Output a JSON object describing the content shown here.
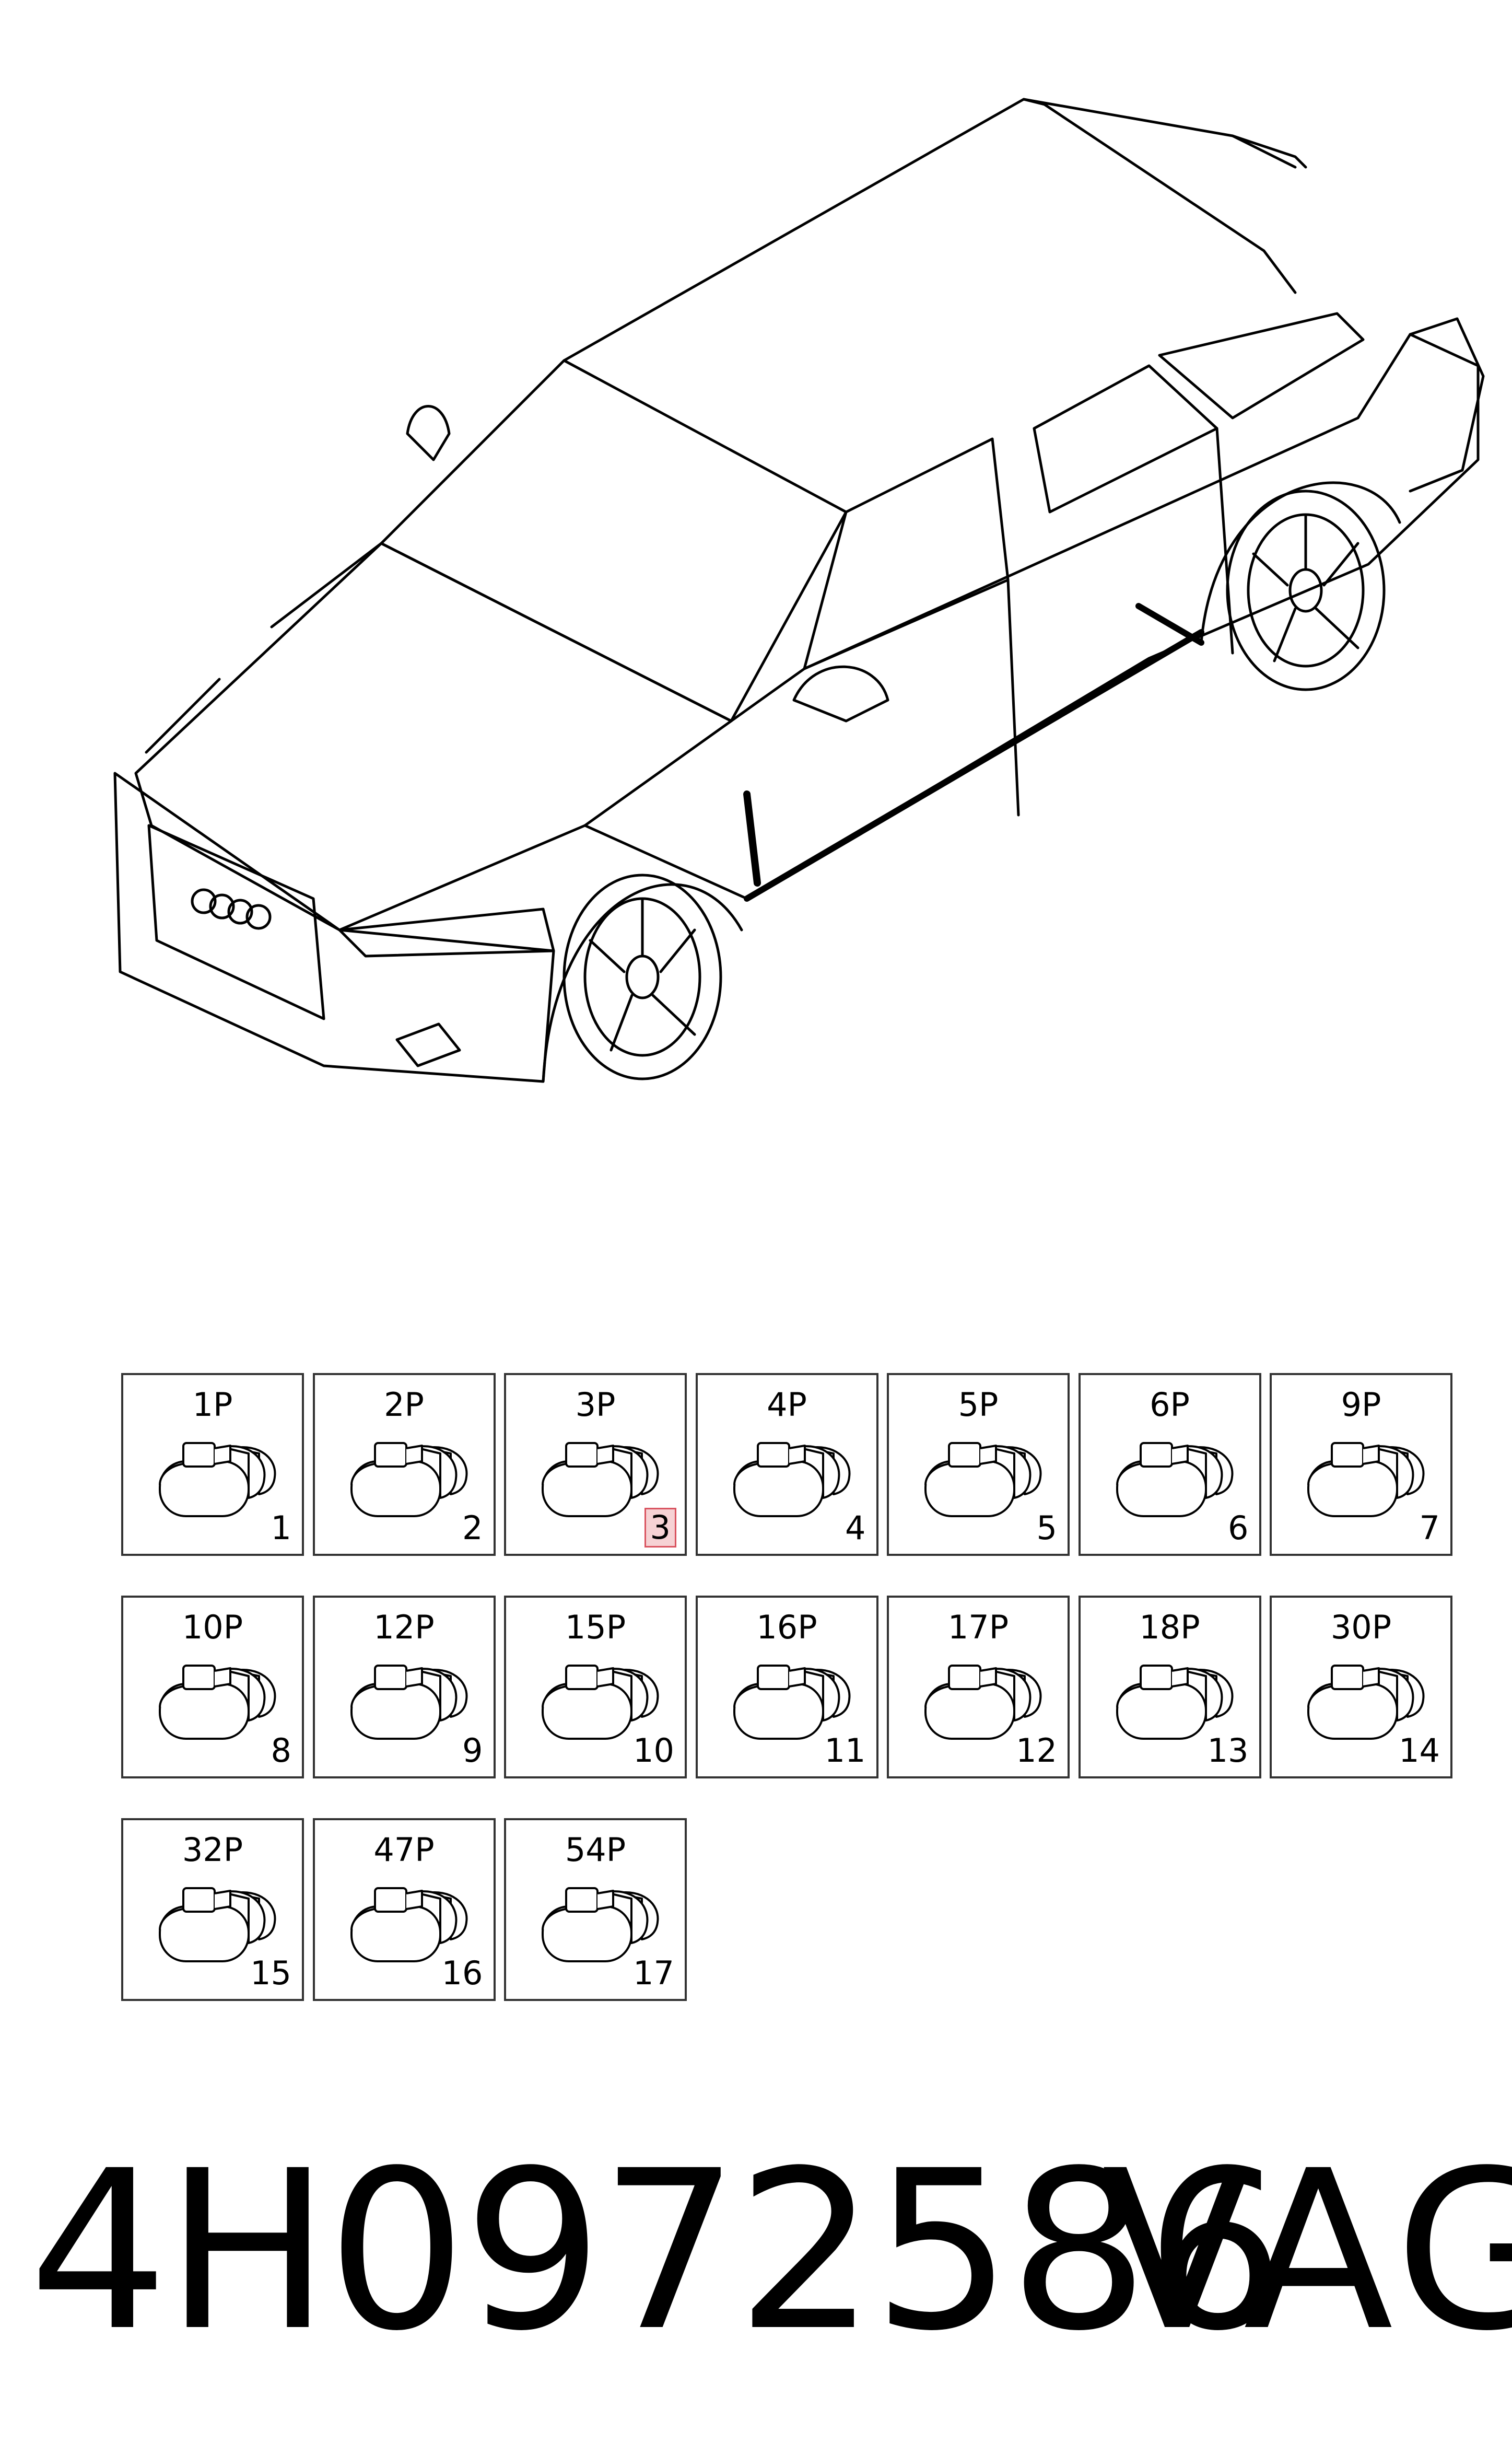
{
  "connectors": [
    {
      "pins": "1P",
      "num": "1"
    },
    {
      "pins": "2P",
      "num": "2"
    },
    {
      "pins": "3P",
      "num": "3",
      "highlight": true
    },
    {
      "pins": "4P",
      "num": "4"
    },
    {
      "pins": "5P",
      "num": "5"
    },
    {
      "pins": "6P",
      "num": "6"
    },
    {
      "pins": "9P",
      "num": "7"
    },
    {
      "pins": "10P",
      "num": "8"
    },
    {
      "pins": "12P",
      "num": "9"
    },
    {
      "pins": "15P",
      "num": "10"
    },
    {
      "pins": "16P",
      "num": "11"
    },
    {
      "pins": "17P",
      "num": "12"
    },
    {
      "pins": "18P",
      "num": "13"
    },
    {
      "pins": "30P",
      "num": "14"
    },
    {
      "pins": "32P",
      "num": "15"
    },
    {
      "pins": "47P",
      "num": "16"
    },
    {
      "pins": "54P",
      "num": "17"
    }
  ],
  "footer": {
    "part_number": "4H0972586",
    "brand": "VAG"
  },
  "colors": {
    "line": "#000000",
    "highlight_border": "#d9535f",
    "highlight_fill": "#f6d2d4"
  }
}
